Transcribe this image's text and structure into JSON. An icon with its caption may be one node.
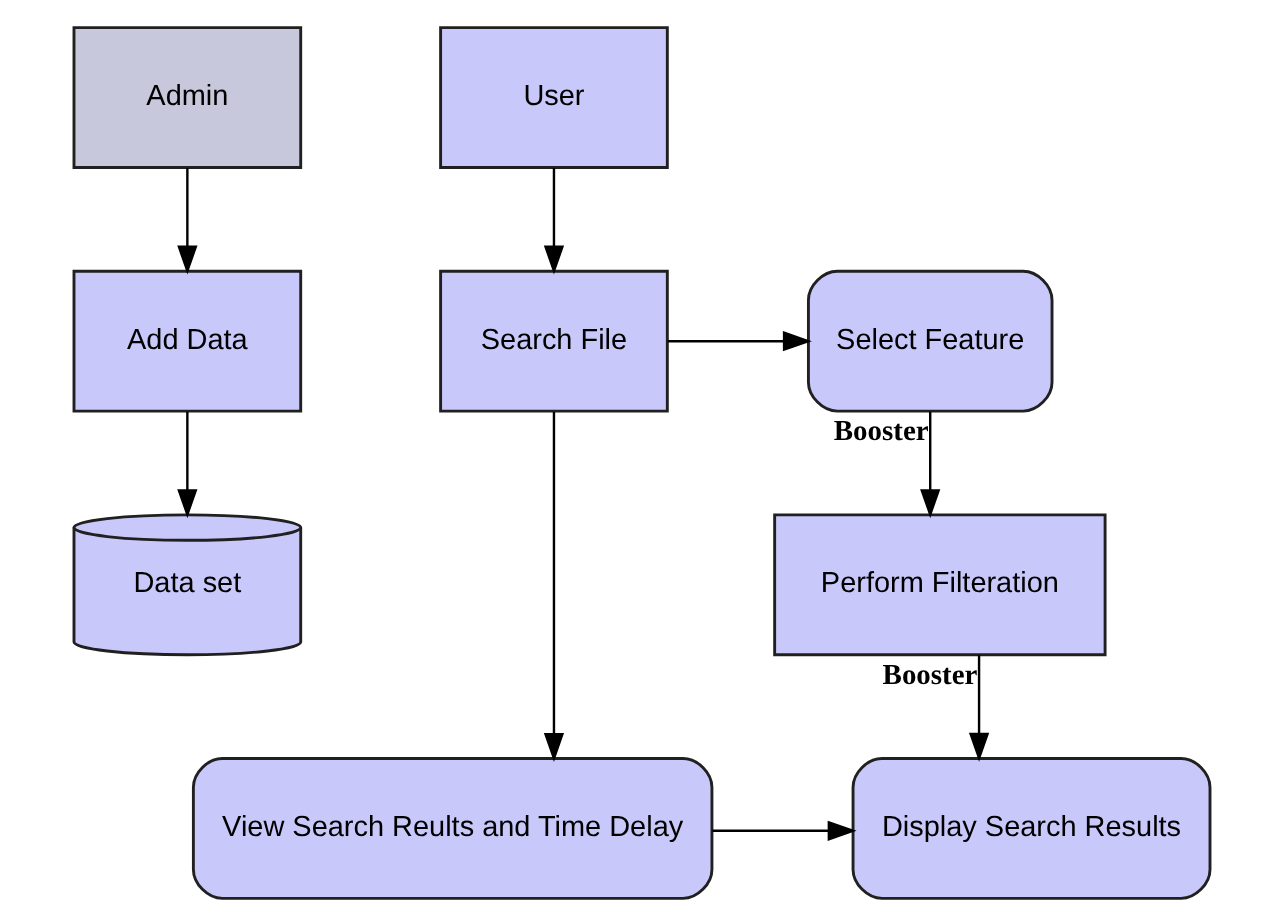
{
  "diagram": {
    "nodes": [
      {
        "text": [
          "Admin"
        ]
      },
      {
        "text": [
          "Add Data"
        ]
      },
      {
        "text": [
          "Data set"
        ]
      },
      {
        "text": [
          "User"
        ]
      },
      {
        "text": [
          "Search File"
        ]
      },
      {
        "text": [
          "Select Feature"
        ]
      },
      {
        "text": [
          "Perform Filteration"
        ]
      },
      {
        "text": [
          "View Search Reults and Time Delay"
        ]
      },
      {
        "text": [
          "Display Search Results"
        ]
      }
    ],
    "edges": [
      {
        "from": 0,
        "to": 1,
        "arrow": "to"
      },
      {
        "from": 1,
        "to": 2,
        "arrow": "to"
      },
      {
        "from": 3,
        "to": 4,
        "arrow": "to"
      },
      {
        "from": 4,
        "to": 5,
        "arrow": "to"
      },
      {
        "from": 5,
        "to": 6,
        "arrow": "to",
        "label": "Booster"
      },
      {
        "from": 4,
        "to": 7,
        "arrow": "to"
      },
      {
        "from": 6,
        "to": 8,
        "arrow": "to",
        "label": "Booster"
      },
      {
        "from": 7,
        "to": 8,
        "arrow": "to"
      }
    ]
  }
}
